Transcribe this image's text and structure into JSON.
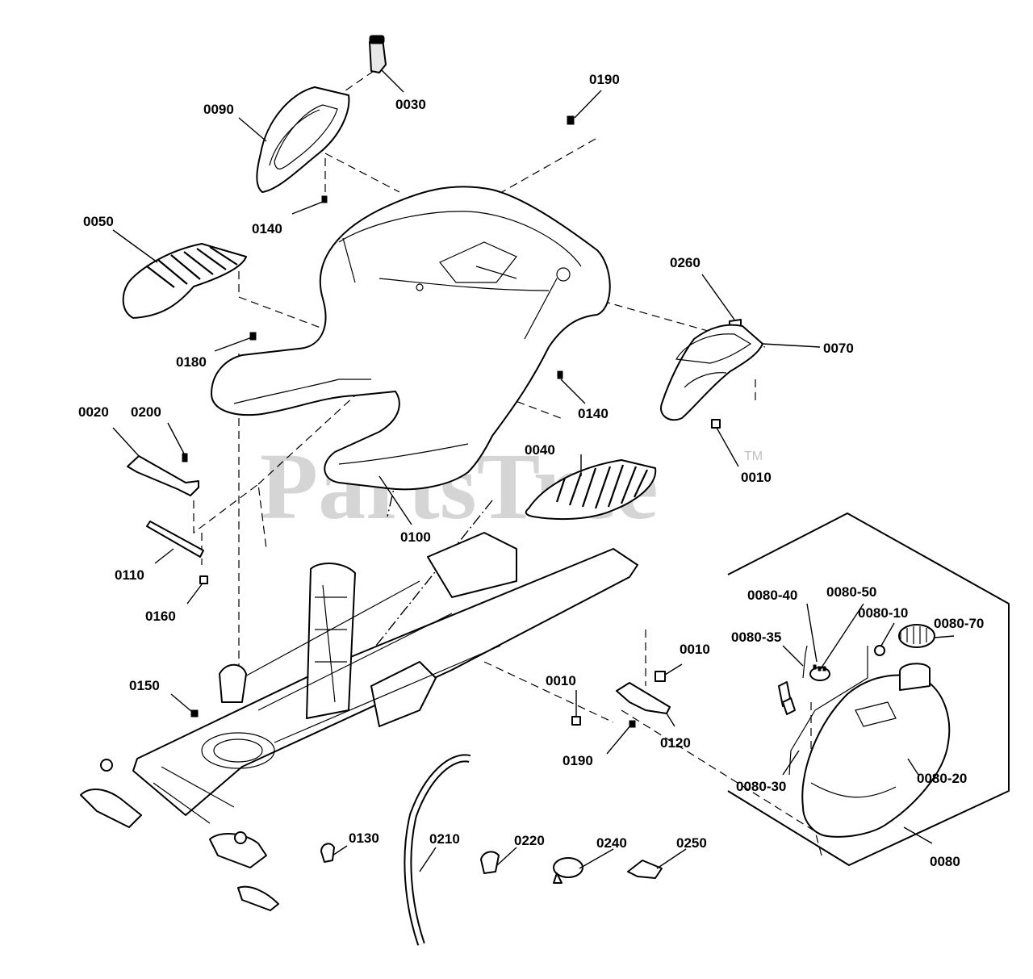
{
  "watermark": {
    "brand": "PartsTree",
    "trademark": "TM"
  },
  "callouts": {
    "c0030": "0030",
    "c0090": "0090",
    "c0190_top": "0190",
    "c0140_top": "0140",
    "c0050": "0050",
    "c0260": "0260",
    "c0070": "0070",
    "c0180": "0180",
    "c0140_mid": "0140",
    "c0010_right": "0010",
    "c0020": "0020",
    "c0200": "0200",
    "c0040": "0040",
    "c0100": "0100",
    "c0110": "0110",
    "c0160": "0160",
    "c0080_40": "0080-40",
    "c0080_50": "0080-50",
    "c0080_10": "0080-10",
    "c0080_70": "0080-70",
    "c0080_35": "0080-35",
    "c0010_bracket": "0010",
    "c0150": "0150",
    "c0010_low": "0010",
    "c0190_low": "0190",
    "c0120": "0120",
    "c0080_30": "0080-30",
    "c0080_20": "0080-20",
    "c0080": "0080",
    "c0130": "0130",
    "c0210": "0210",
    "c0220": "0220",
    "c0240": "0240",
    "c0250": "0250"
  }
}
